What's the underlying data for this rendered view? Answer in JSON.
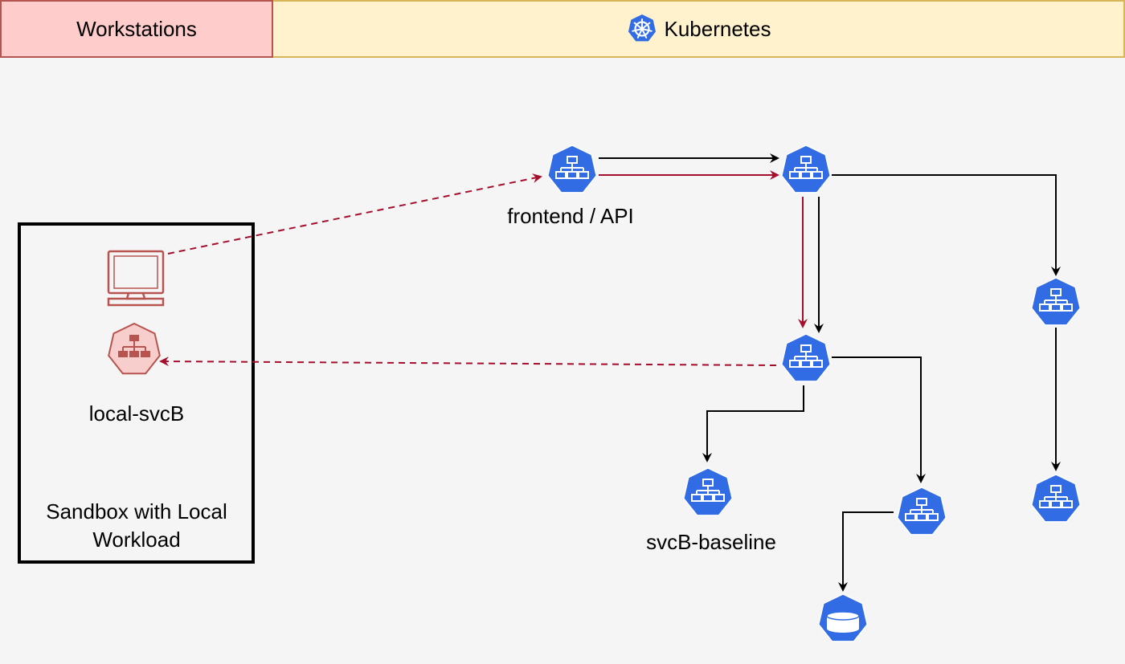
{
  "header": {
    "left_label": "Workstations",
    "right_label": "Kubernetes"
  },
  "sandbox": {
    "title": "Sandbox with Local Workload",
    "service_label": "local-svcB"
  },
  "nodes": {
    "frontend_label": "frontend / API",
    "baseline_label": "svcB-baseline"
  },
  "colors": {
    "k8s_blue": "#326ce5",
    "local_red": "#b85450",
    "local_fill": "#f8cecc",
    "route_red": "#a50f2d",
    "left_header_fill": "#ffcccc",
    "right_header_fill": "#fff2cc",
    "background": "#f5f5f5"
  },
  "icons": {
    "service": "kubernetes-service-icon",
    "database": "kubernetes-database-icon",
    "workstation": "monitor-icon",
    "logo": "kubernetes-logo-icon"
  }
}
